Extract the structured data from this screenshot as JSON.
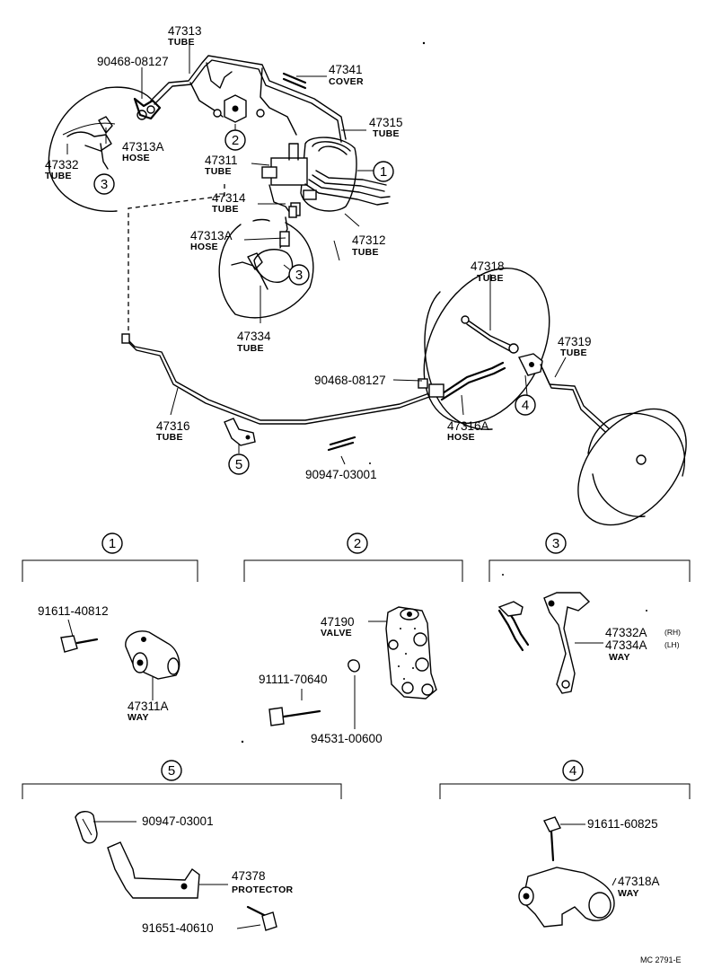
{
  "diagram_code": "MC 2791-E",
  "callouts": [
    "1",
    "2",
    "3",
    "3",
    "4",
    "5",
    "1",
    "2",
    "3",
    "5",
    "4"
  ],
  "upper_parts": {
    "p47313": {
      "number": "47313",
      "desc": "TUBE"
    },
    "p90468_top": {
      "number": "90468-08127"
    },
    "p47341": {
      "number": "47341",
      "desc": "COVER"
    },
    "p47315": {
      "number": "47315",
      "desc": "TUBE"
    },
    "p47313A_left": {
      "number": "47313A",
      "desc": "HOSE"
    },
    "p47332": {
      "number": "47332",
      "desc": "TUBE"
    },
    "p47311": {
      "number": "47311",
      "desc": "TUBE"
    },
    "p47314": {
      "number": "47314",
      "desc": "TUBE"
    },
    "p47313A_right": {
      "number": "47313A",
      "desc": "HOSE"
    },
    "p47312": {
      "number": "47312",
      "desc": "TUBE"
    },
    "p47334": {
      "number": "47334",
      "desc": "TUBE"
    },
    "p47318": {
      "number": "47318",
      "desc": "TUBE"
    },
    "p47319": {
      "number": "47319",
      "desc": "TUBE"
    },
    "p90468_mid": {
      "number": "90468-08127"
    },
    "p47316": {
      "number": "47316",
      "desc": "TUBE"
    },
    "p47316A": {
      "number": "47316A",
      "desc": "HOSE"
    },
    "p90947_mid": {
      "number": "90947-03001"
    }
  },
  "details": {
    "d1": {
      "bolt": "91611-40812",
      "part": "47311A",
      "desc": "WAY"
    },
    "d2": {
      "valve": "47190",
      "valve_desc": "VALVE",
      "bolt": "91111-70640",
      "washer": "94531-00600"
    },
    "d3": {
      "rh": "47332A",
      "rh_tag": "(RH)",
      "lh": "47334A",
      "lh_tag": "(LH)",
      "desc": "WAY"
    },
    "d5": {
      "clamp": "90947-03001",
      "protector": "47378",
      "protector_desc": "PROTECTOR",
      "bolt": "91651-40610"
    },
    "d4": {
      "bolt": "91611-60825",
      "part": "47318A",
      "desc": "WAY"
    }
  }
}
